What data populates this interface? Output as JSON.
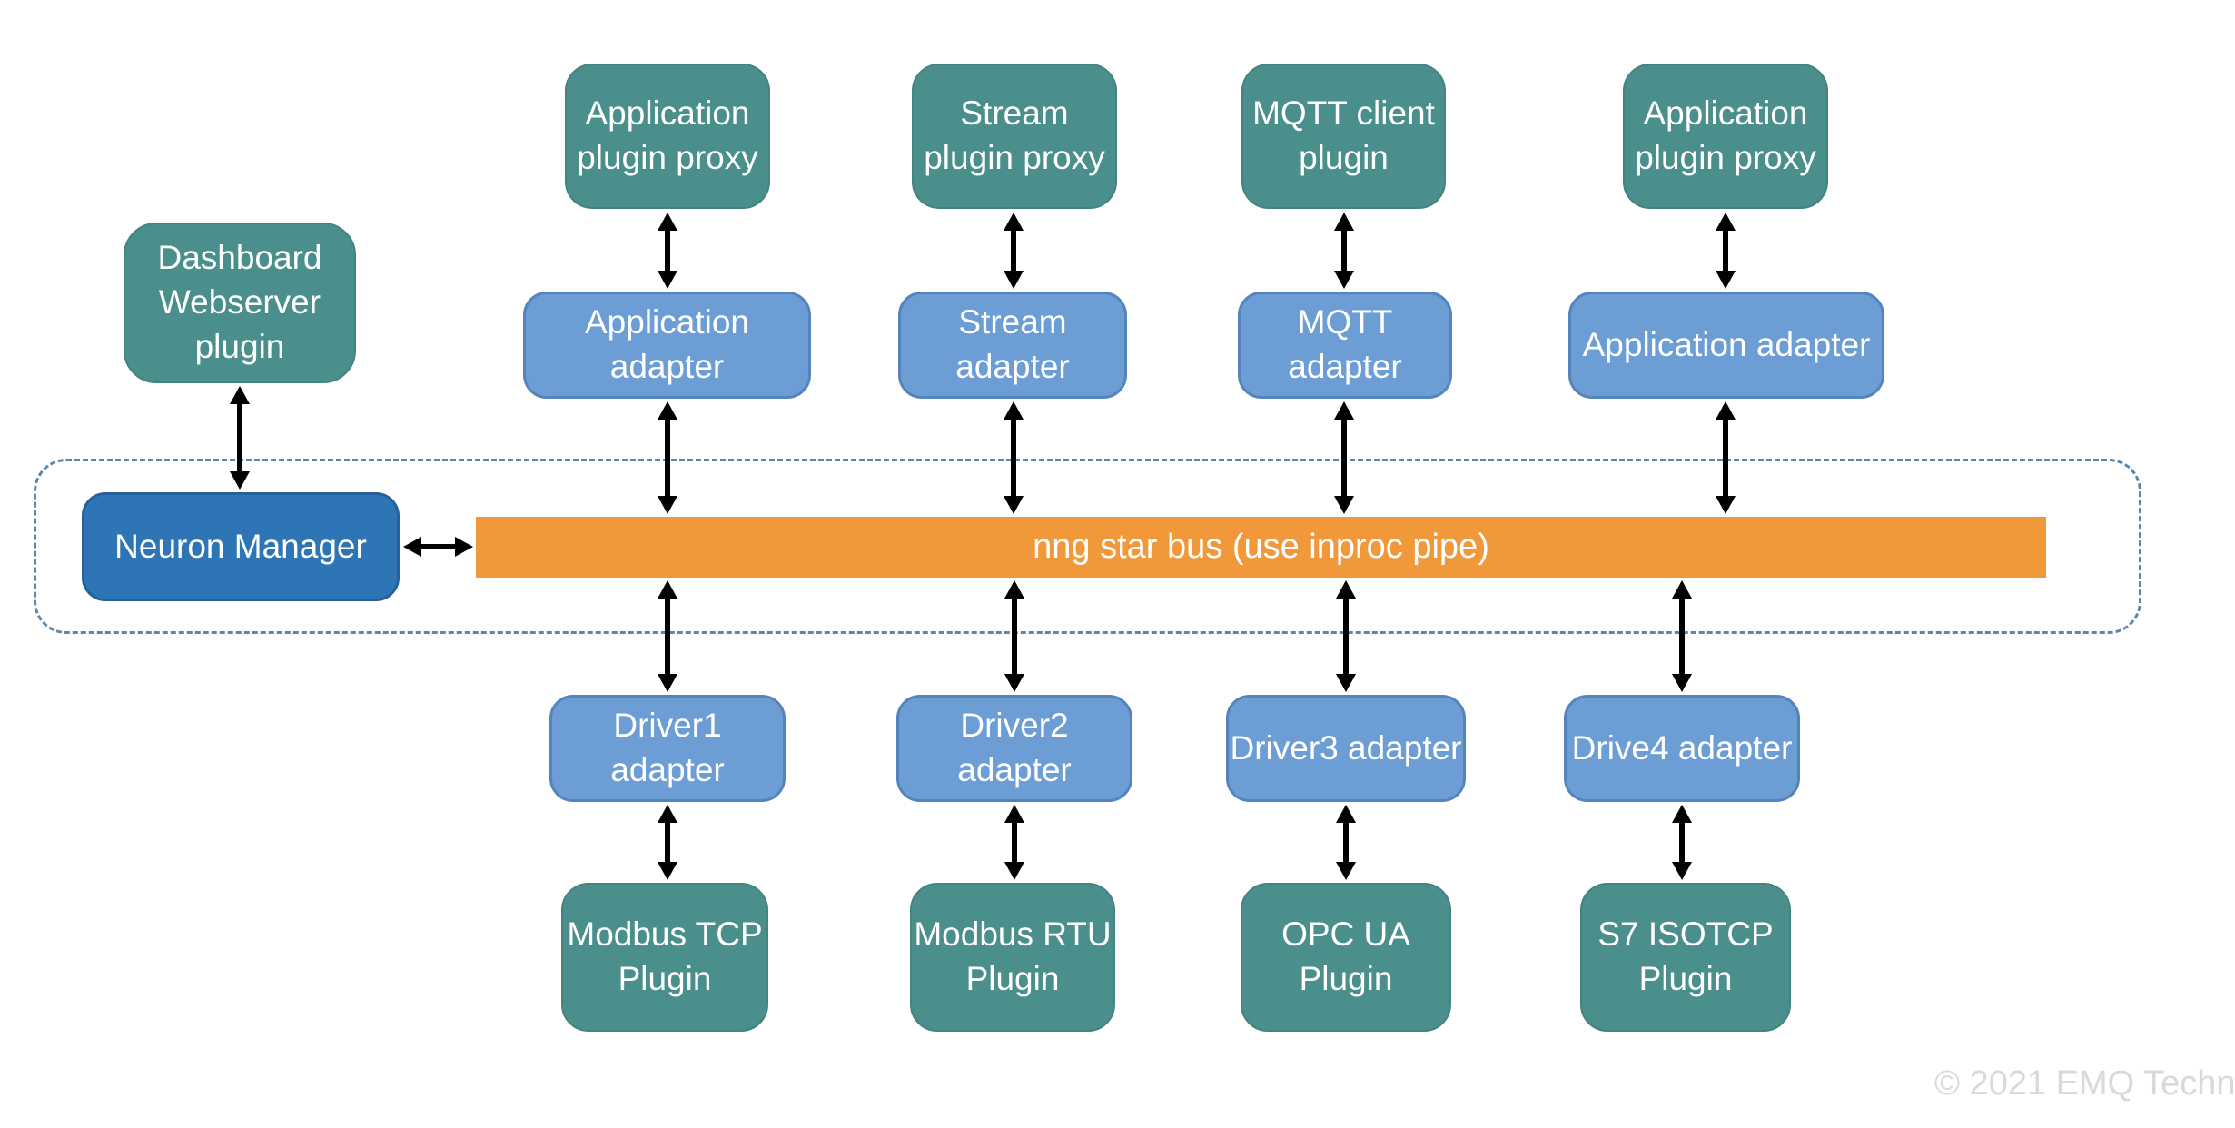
{
  "diagram": {
    "copyright": "© 2021 EMQ Techn",
    "bus": {
      "label": "nng star bus (use inproc pipe)"
    },
    "nodes": {
      "dashboard": {
        "label": "Dashboard\nWebserver\nplugin"
      },
      "neuron_manager": {
        "label": "Neuron Manager"
      },
      "app_proxy_1": {
        "label": "Application\nplugin proxy"
      },
      "stream_proxy": {
        "label": "Stream\nplugin proxy"
      },
      "mqtt_client": {
        "label": "MQTT client\nplugin"
      },
      "app_proxy_2": {
        "label": "Application\nplugin proxy"
      },
      "app_adapter_1": {
        "label": "Application adapter"
      },
      "stream_adapter": {
        "label": "Stream  adapter"
      },
      "mqtt_adapter": {
        "label": "MQTT adapter"
      },
      "app_adapter_2": {
        "label": "Application adapter"
      },
      "driver1_adapter": {
        "label": "Driver1 adapter"
      },
      "driver2_adapter": {
        "label": "Driver2 adapter"
      },
      "driver3_adapter": {
        "label": "Driver3 adapter"
      },
      "drive4_adapter": {
        "label": "Drive4 adapter"
      },
      "modbus_tcp": {
        "label": "Modbus TCP\nPlugin"
      },
      "modbus_rtu": {
        "label": "Modbus RTU\nPlugin"
      },
      "opc_ua": {
        "label": "OPC UA\nPlugin"
      },
      "s7_isotcp": {
        "label": "S7 ISOTCP\nPlugin"
      }
    },
    "colors": {
      "plugin_teal": "#4a8f8c",
      "adapter_blue": "#6c9dd5",
      "manager_blue": "#2e75b6",
      "bus_orange": "#f0983a",
      "dashed_border": "#5b87ad",
      "arrow_black": "#000000",
      "copyright_gray": "#d9d9d9"
    }
  }
}
